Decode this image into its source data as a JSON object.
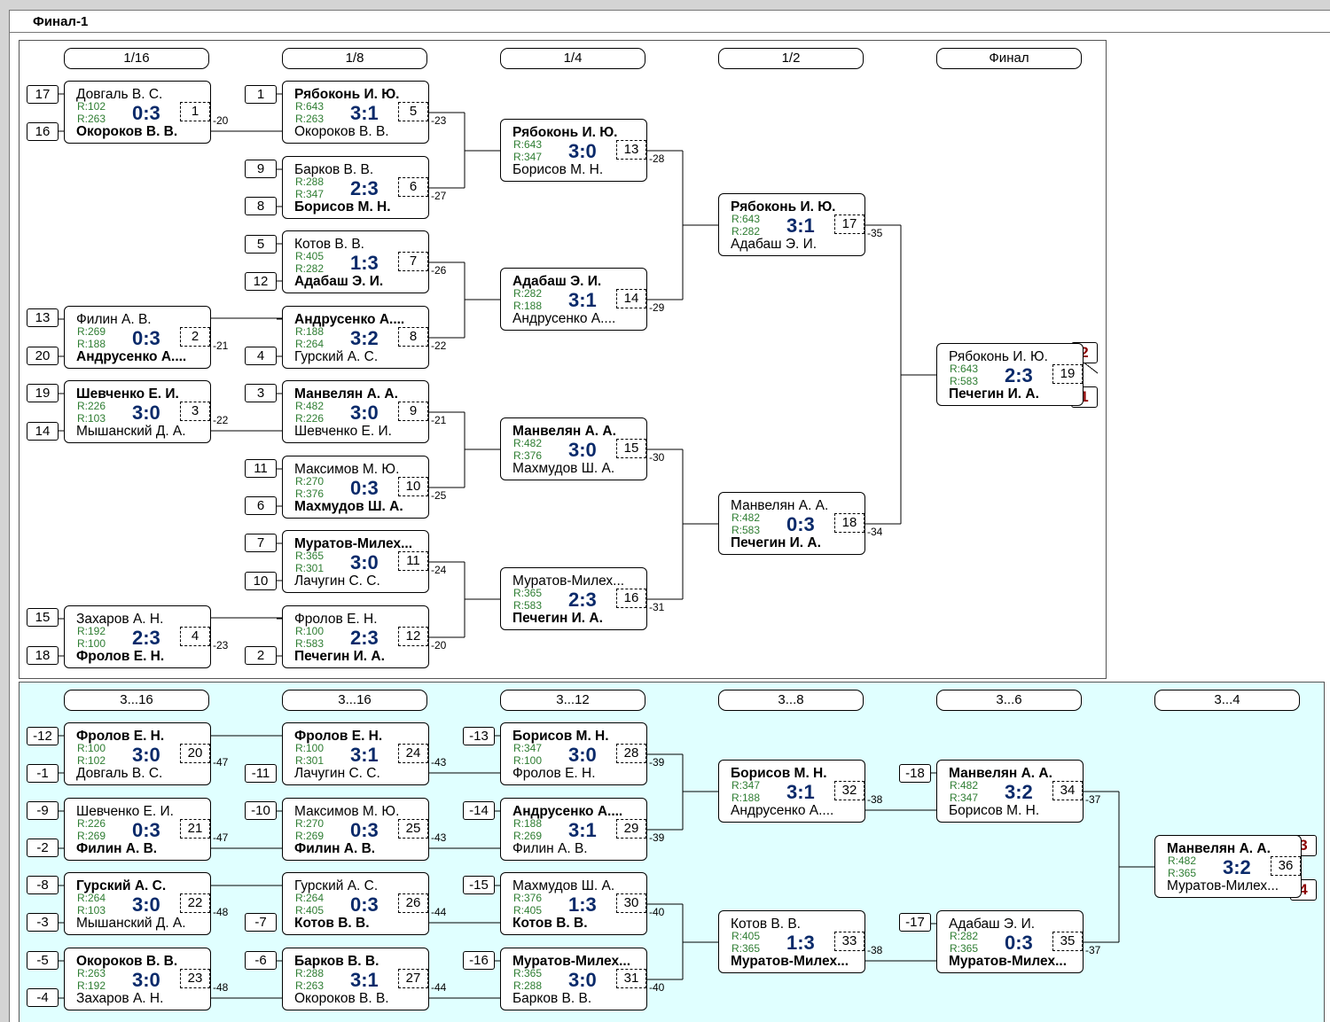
{
  "window": {
    "title": "Финал-1"
  },
  "main": {
    "round_headers": [
      "1/16",
      "1/8",
      "1/4",
      "1/2",
      "Финал"
    ],
    "seeds": [
      "17",
      "16",
      "13",
      "20",
      "19",
      "14",
      "15",
      "18",
      "1",
      "9",
      "8",
      "5",
      "12",
      "4",
      "3",
      "11",
      "6",
      "7",
      "10",
      "2"
    ],
    "places": [
      "2",
      "1"
    ],
    "matches": [
      {
        "p1": "Довгаль В. С.",
        "p1_bold": false,
        "p2": "Окороков В. В.",
        "p2_bold": true,
        "r1": "R:102",
        "r2": "R:263",
        "score": "0:3",
        "num": "1",
        "next": "-20"
      },
      {
        "p1": "Филин А. В.",
        "p1_bold": false,
        "p2": "Андрусенко А....",
        "p2_bold": true,
        "r1": "R:269",
        "r2": "R:188",
        "score": "0:3",
        "num": "2",
        "next": "-21"
      },
      {
        "p1": "Шевченко Е. И.",
        "p1_bold": true,
        "p2": "Мышанский Д. А.",
        "p2_bold": false,
        "r1": "R:226",
        "r2": "R:103",
        "score": "3:0",
        "num": "3",
        "next": "-22"
      },
      {
        "p1": "Захаров А. Н.",
        "p1_bold": false,
        "p2": "Фролов Е. Н.",
        "p2_bold": true,
        "r1": "R:192",
        "r2": "R:100",
        "score": "2:3",
        "num": "4",
        "next": "-23"
      },
      {
        "p1": "Рябоконь И. Ю.",
        "p1_bold": true,
        "p2": "Окороков В. В.",
        "p2_bold": false,
        "r1": "R:643",
        "r2": "R:263",
        "score": "3:1",
        "num": "5",
        "next": "-23"
      },
      {
        "p1": "Барков В. В.",
        "p1_bold": false,
        "p2": "Борисов М. Н.",
        "p2_bold": true,
        "r1": "R:288",
        "r2": "R:347",
        "score": "2:3",
        "num": "6",
        "next": "-27"
      },
      {
        "p1": "Котов В. В.",
        "p1_bold": false,
        "p2": "Адабаш Э. И.",
        "p2_bold": true,
        "r1": "R:405",
        "r2": "R:282",
        "score": "1:3",
        "num": "7",
        "next": "-26"
      },
      {
        "p1": "Андрусенко А....",
        "p1_bold": true,
        "p2": "Гурский А. С.",
        "p2_bold": false,
        "r1": "R:188",
        "r2": "R:264",
        "score": "3:2",
        "num": "8",
        "next": "-22"
      },
      {
        "p1": "Манвелян А. А.",
        "p1_bold": true,
        "p2": "Шевченко Е. И.",
        "p2_bold": false,
        "r1": "R:482",
        "r2": "R:226",
        "score": "3:0",
        "num": "9",
        "next": "-21"
      },
      {
        "p1": "Максимов М. Ю.",
        "p1_bold": false,
        "p2": "Махмудов Ш. А.",
        "p2_bold": true,
        "r1": "R:270",
        "r2": "R:376",
        "score": "0:3",
        "num": "10",
        "next": "-25"
      },
      {
        "p1": "Муратов-Милех...",
        "p1_bold": true,
        "p2": "Лачугин С. С.",
        "p2_bold": false,
        "r1": "R:365",
        "r2": "R:301",
        "score": "3:0",
        "num": "11",
        "next": "-24"
      },
      {
        "p1": "Фролов Е. Н.",
        "p1_bold": false,
        "p2": "Печегин И. А.",
        "p2_bold": true,
        "r1": "R:100",
        "r2": "R:583",
        "score": "2:3",
        "num": "12",
        "next": "-20"
      },
      {
        "p1": "Рябоконь И. Ю.",
        "p1_bold": true,
        "p2": "Борисов М. Н.",
        "p2_bold": false,
        "r1": "R:643",
        "r2": "R:347",
        "score": "3:0",
        "num": "13",
        "next": "-28"
      },
      {
        "p1": "Адабаш Э. И.",
        "p1_bold": true,
        "p2": "Андрусенко А....",
        "p2_bold": false,
        "r1": "R:282",
        "r2": "R:188",
        "score": "3:1",
        "num": "14",
        "next": "-29"
      },
      {
        "p1": "Манвелян А. А.",
        "p1_bold": true,
        "p2": "Махмудов Ш. А.",
        "p2_bold": false,
        "r1": "R:482",
        "r2": "R:376",
        "score": "3:0",
        "num": "15",
        "next": "-30"
      },
      {
        "p1": "Муратов-Милех...",
        "p1_bold": false,
        "p2": "Печегин И. А.",
        "p2_bold": true,
        "r1": "R:365",
        "r2": "R:583",
        "score": "2:3",
        "num": "16",
        "next": "-31"
      },
      {
        "p1": "Рябоконь И. Ю.",
        "p1_bold": true,
        "p2": "Адабаш Э. И.",
        "p2_bold": false,
        "r1": "R:643",
        "r2": "R:282",
        "score": "3:1",
        "num": "17",
        "next": "-35"
      },
      {
        "p1": "Манвелян А. А.",
        "p1_bold": false,
        "p2": "Печегин И. А.",
        "p2_bold": true,
        "r1": "R:482",
        "r2": "R:583",
        "score": "0:3",
        "num": "18",
        "next": "-34"
      },
      {
        "p1": "Рябоконь И. Ю.",
        "p1_bold": false,
        "p2": "Печегин И. А.",
        "p2_bold": true,
        "r1": "R:643",
        "r2": "R:583",
        "score": "2:3",
        "num": "19",
        "next": ""
      }
    ]
  },
  "consolation": {
    "round_headers": [
      "3...16",
      "3...16",
      "3...12",
      "3...8",
      "3...6",
      "3...4"
    ],
    "seeds": [
      "-12",
      "-1",
      "-9",
      "-2",
      "-8",
      "-3",
      "-5",
      "-4",
      "-11",
      "-10",
      "-7",
      "-6",
      "-13",
      "-14",
      "-15",
      "-16",
      "-18",
      "-17"
    ],
    "places": [
      "3",
      "4"
    ],
    "matches": [
      {
        "p1": "Фролов Е. Н.",
        "p1_bold": true,
        "p2": "Довгаль В. С.",
        "p2_bold": false,
        "r1": "R:100",
        "r2": "R:102",
        "score": "3:0",
        "num": "20",
        "next": "-47"
      },
      {
        "p1": "Шевченко Е. И.",
        "p1_bold": false,
        "p2": "Филин А. В.",
        "p2_bold": true,
        "r1": "R:226",
        "r2": "R:269",
        "score": "0:3",
        "num": "21",
        "next": "-47"
      },
      {
        "p1": "Гурский А. С.",
        "p1_bold": true,
        "p2": "Мышанский Д. А.",
        "p2_bold": false,
        "r1": "R:264",
        "r2": "R:103",
        "score": "3:0",
        "num": "22",
        "next": "-48"
      },
      {
        "p1": "Окороков В. В.",
        "p1_bold": true,
        "p2": "Захаров А. Н.",
        "p2_bold": false,
        "r1": "R:263",
        "r2": "R:192",
        "score": "3:0",
        "num": "23",
        "next": "-48"
      },
      {
        "p1": "Фролов Е. Н.",
        "p1_bold": true,
        "p2": "Лачугин С. С.",
        "p2_bold": false,
        "r1": "R:100",
        "r2": "R:301",
        "score": "3:1",
        "num": "24",
        "next": "-43"
      },
      {
        "p1": "Максимов М. Ю.",
        "p1_bold": false,
        "p2": "Филин А. В.",
        "p2_bold": true,
        "r1": "R:270",
        "r2": "R:269",
        "score": "0:3",
        "num": "25",
        "next": "-43"
      },
      {
        "p1": "Гурский А. С.",
        "p1_bold": false,
        "p2": "Котов В. В.",
        "p2_bold": true,
        "r1": "R:264",
        "r2": "R:405",
        "score": "0:3",
        "num": "26",
        "next": "-44"
      },
      {
        "p1": "Барков В. В.",
        "p1_bold": true,
        "p2": "Окороков В. В.",
        "p2_bold": false,
        "r1": "R:288",
        "r2": "R:263",
        "score": "3:1",
        "num": "27",
        "next": "-44"
      },
      {
        "p1": "Борисов М. Н.",
        "p1_bold": true,
        "p2": "Фролов Е. Н.",
        "p2_bold": false,
        "r1": "R:347",
        "r2": "R:100",
        "score": "3:0",
        "num": "28",
        "next": "-39"
      },
      {
        "p1": "Андрусенко А....",
        "p1_bold": true,
        "p2": "Филин А. В.",
        "p2_bold": false,
        "r1": "R:188",
        "r2": "R:269",
        "score": "3:1",
        "num": "29",
        "next": "-39"
      },
      {
        "p1": "Махмудов Ш. А.",
        "p1_bold": false,
        "p2": "Котов В. В.",
        "p2_bold": true,
        "r1": "R:376",
        "r2": "R:405",
        "score": "1:3",
        "num": "30",
        "next": "-40"
      },
      {
        "p1": "Муратов-Милех...",
        "p1_bold": true,
        "p2": "Барков В. В.",
        "p2_bold": false,
        "r1": "R:365",
        "r2": "R:288",
        "score": "3:0",
        "num": "31",
        "next": "-40"
      },
      {
        "p1": "Борисов М. Н.",
        "p1_bold": true,
        "p2": "Андрусенко А....",
        "p2_bold": false,
        "r1": "R:347",
        "r2": "R:188",
        "score": "3:1",
        "num": "32",
        "next": "-38"
      },
      {
        "p1": "Котов В. В.",
        "p1_bold": false,
        "p2": "Муратов-Милех...",
        "p2_bold": true,
        "r1": "R:405",
        "r2": "R:365",
        "score": "1:3",
        "num": "33",
        "next": "-38"
      },
      {
        "p1": "Манвелян А. А.",
        "p1_bold": true,
        "p2": "Борисов М. Н.",
        "p2_bold": false,
        "r1": "R:482",
        "r2": "R:347",
        "score": "3:2",
        "num": "34",
        "next": "-37"
      },
      {
        "p1": "Адабаш Э. И.",
        "p1_bold": false,
        "p2": "Муратов-Милех...",
        "p2_bold": true,
        "r1": "R:282",
        "r2": "R:365",
        "score": "0:3",
        "num": "35",
        "next": "-37"
      },
      {
        "p1": "Манвелян А. А.",
        "p1_bold": true,
        "p2": "Муратов-Милех...",
        "p2_bold": false,
        "r1": "R:482",
        "r2": "R:365",
        "score": "3:2",
        "num": "36",
        "next": ""
      }
    ]
  },
  "colors": {
    "background": "#d4d4d4",
    "consolation_panel": "#e0ffff",
    "score": "#0a2a6a",
    "rating": "#2e7d32",
    "place": "#8b0000"
  }
}
